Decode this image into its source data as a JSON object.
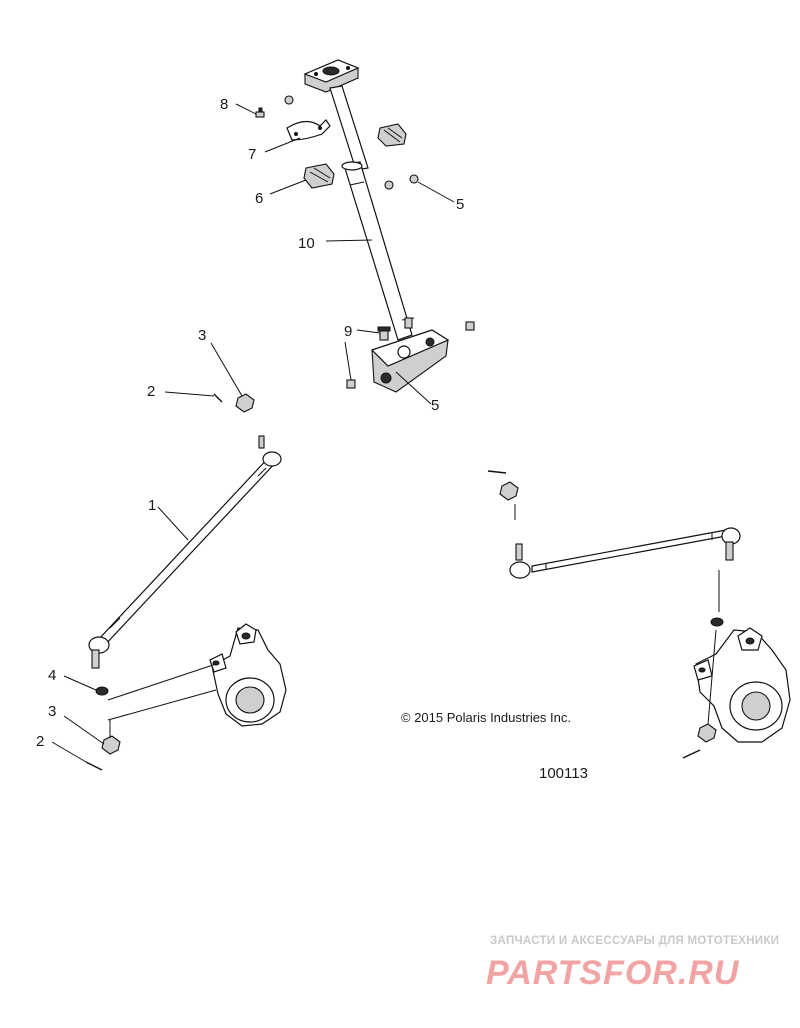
{
  "diagram": {
    "callouts": {
      "c8": "8",
      "c7": "7",
      "c6": "6",
      "c5a": "5",
      "c10": "10",
      "c9": "9",
      "c5b": "5",
      "c3a": "3",
      "c2a": "2",
      "c1": "1",
      "c4": "4",
      "c3b": "3",
      "c2b": "2"
    },
    "copyright": "© 2015 Polaris Industries Inc.",
    "figure_number": "100113"
  },
  "watermark": {
    "tagline": "ЗАПЧАСТИ И АКСЕССУАРЫ ДЛЯ МОТОТЕХНИКИ",
    "brand": "PARTSFOR.RU"
  }
}
